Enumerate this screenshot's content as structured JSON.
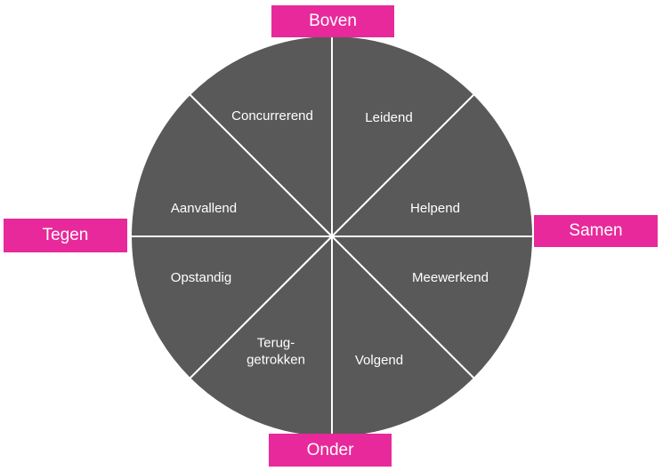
{
  "colors": {
    "segment_fill": "#595959",
    "divider": "#ffffff",
    "accent": "#e8299b",
    "label_text": "#ffffff"
  },
  "axes": {
    "top": "Boven",
    "right": "Samen",
    "left": "Tegen",
    "bottom": "Onder"
  },
  "segments": [
    {
      "id": "leidend",
      "lines": [
        "Leidend"
      ]
    },
    {
      "id": "helpend",
      "lines": [
        "Helpend"
      ]
    },
    {
      "id": "meewerkend",
      "lines": [
        "Meewerkend"
      ]
    },
    {
      "id": "volgend",
      "lines": [
        "Volgend"
      ]
    },
    {
      "id": "teruggetrokken",
      "lines": [
        "Terug-",
        "getrokken"
      ]
    },
    {
      "id": "opstandig",
      "lines": [
        "Opstandig"
      ]
    },
    {
      "id": "aanvallend",
      "lines": [
        "Aanvallend"
      ]
    },
    {
      "id": "concurrerend",
      "lines": [
        "Concurrerend"
      ]
    }
  ]
}
